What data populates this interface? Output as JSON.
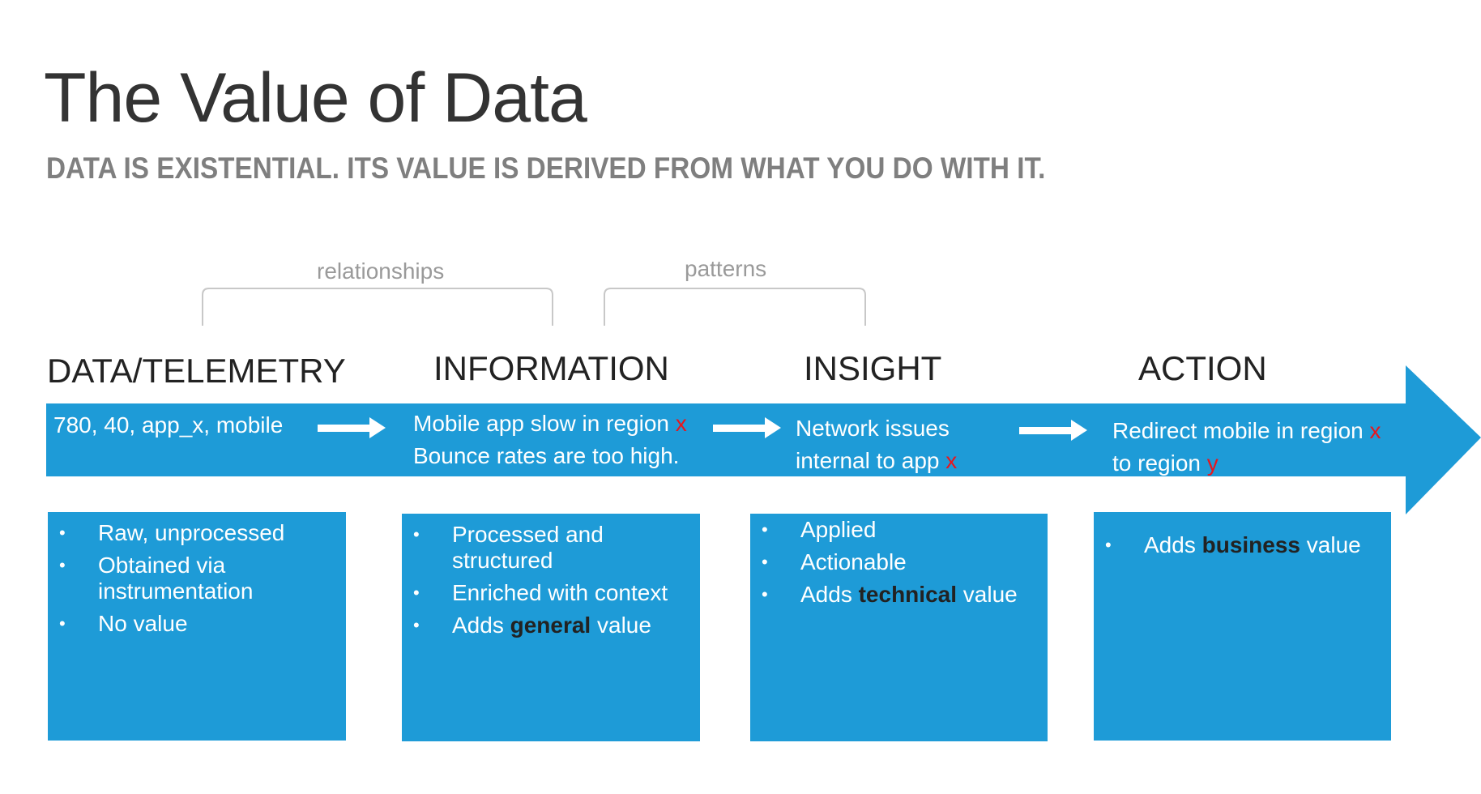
{
  "slide": {
    "title": "The Value of Data",
    "subtitle": "DATA IS EXISTENTIAL. ITS VALUE IS DERIVED FROM WHAT YOU DO WITH IT."
  },
  "brackets": [
    {
      "label": "relationships"
    },
    {
      "label": "patterns"
    }
  ],
  "stages": [
    {
      "heading": "DATA/TELEMETRY"
    },
    {
      "heading": "INFORMATION"
    },
    {
      "heading": "INSIGHT"
    },
    {
      "heading": "ACTION"
    }
  ],
  "band": {
    "data_text": "780, 40, app_x, mobile",
    "info_line1": "Mobile app slow in region ",
    "info_mark": "x",
    "info_line2": "Bounce rates are too high.",
    "insight_line1": "Network issues",
    "insight_line2": "internal to app ",
    "insight_mark": "x",
    "action_line1": "Redirect mobile in region ",
    "action_mark1": "x",
    "action_line2": "to region ",
    "action_mark2": "y"
  },
  "boxes": {
    "data": {
      "b1": "Raw, unprocessed",
      "b2_line1": "Obtained via",
      "b2_line2": "instrumentation",
      "b3": "No value"
    },
    "info": {
      "b1_line1": "Processed and",
      "b1_line2": "structured",
      "b2": "Enriched with context",
      "b3_pre": "Adds ",
      "b3_bold": "general",
      "b3_post": " value"
    },
    "insight": {
      "b1": "Applied",
      "b2": "Actionable",
      "b3_pre": "Adds ",
      "b3_bold": "technical",
      "b3_post": " value"
    },
    "action": {
      "b1_pre": "Adds ",
      "b1_bold": "business",
      "b1_post": " value"
    }
  },
  "bullet_glyph": "•",
  "colors": {
    "accent_blue": "#1e9bd7",
    "title_dark": "#333333",
    "subtitle_gray": "#7f7f7f",
    "bracket_gray": "#c8c8c8",
    "mark_red": "#e8161d"
  }
}
